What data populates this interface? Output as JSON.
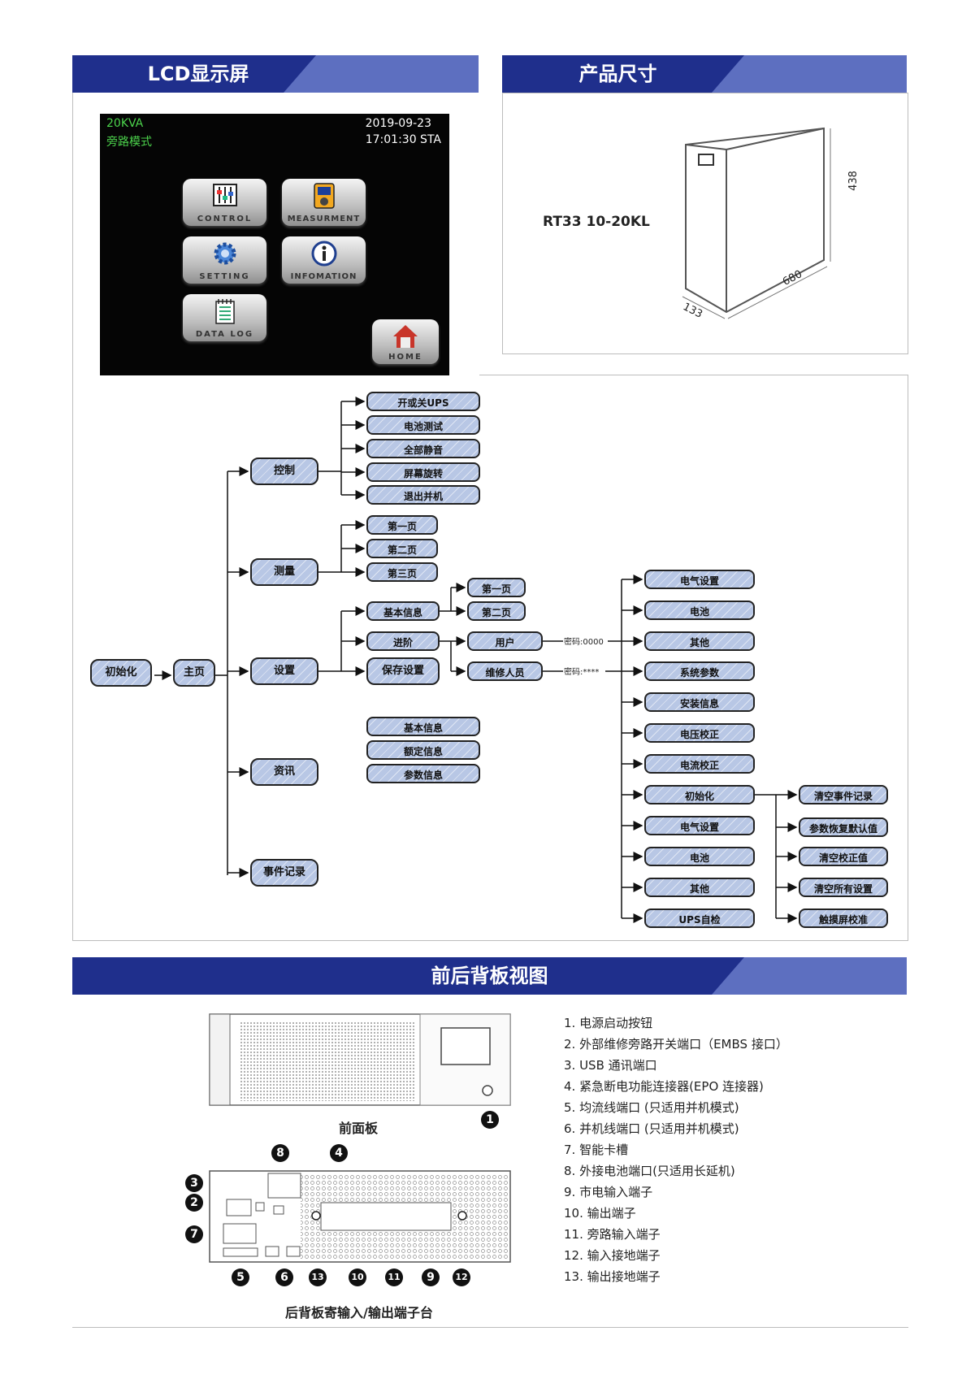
{
  "sections": {
    "lcd": "LCD显示屏",
    "size": "产品尺寸",
    "panels": "前后背板视图"
  },
  "lcd_screen": {
    "model": "20KVA",
    "mode": "旁路模式",
    "date": "2019-09-23",
    "time": "17:01:30 STA",
    "buttons": {
      "control": "CONTROL",
      "measurment": "MEASURMENT",
      "setting": "SETTING",
      "infomation": "INFOMATION",
      "datalog": "DATA LOG",
      "home": "HOME"
    }
  },
  "dimensions": {
    "model": "RT33 10-20KL",
    "height": "438",
    "depth": "680",
    "width": "133"
  },
  "menu": {
    "init": "初始化",
    "main": "主页",
    "control": "控制",
    "control_items": [
      "开或关UPS",
      "电池测试",
      "全部静音",
      "屏幕旋转",
      "退出并机"
    ],
    "measure": "测量",
    "measure_items": [
      "第一页",
      "第二页",
      "第三页"
    ],
    "setting": "设置",
    "basic_info": "基本信息",
    "basic_pages": [
      "第一页",
      "第二页"
    ],
    "advanced": "进阶",
    "save": "保存设置",
    "user": "用户",
    "maintainer": "维修人员",
    "user_pwd": "密码:0000",
    "maint_pwd": "密码:****",
    "info": "资讯",
    "info_items": [
      "基本信息",
      "额定信息",
      "参数信息"
    ],
    "event": "事件记录",
    "user_items": [
      "电气设置",
      "电池",
      "其他"
    ],
    "maint_items": [
      "系统参数",
      "安装信息",
      "电压校正",
      "电流校正",
      "初始化",
      "电气设置",
      "电池",
      "其他",
      "UPS自检"
    ],
    "init_items": [
      "清空事件记录",
      "参数恢复默认值",
      "清空校正值",
      "清空所有设置",
      "触摸屏校准"
    ]
  },
  "panels": {
    "front_caption": "前面板",
    "rear_caption": "后背板寄输入/输出端子台",
    "legend": [
      "1. 电源启动按钮",
      "2. 外部维修旁路开关端口（EMBS 接口）",
      "3. USB 通讯端口",
      "4. 紧急断电功能连接器(EPO 连接器)",
      "5. 均流线端口 (只适用并机模式)",
      "6. 并机线端口 (只适用并机模式)",
      "7. 智能卡槽",
      "8. 外接电池端口(只适用长延机)",
      "9. 市电输入端子",
      "10. 输出端子",
      "11. 旁路输入端子",
      "12. 输入接地端子",
      "13. 输出接地端子"
    ],
    "callouts": [
      "1",
      "2",
      "3",
      "4",
      "5",
      "6",
      "7",
      "8",
      "9",
      "10",
      "11",
      "12",
      "13"
    ]
  }
}
